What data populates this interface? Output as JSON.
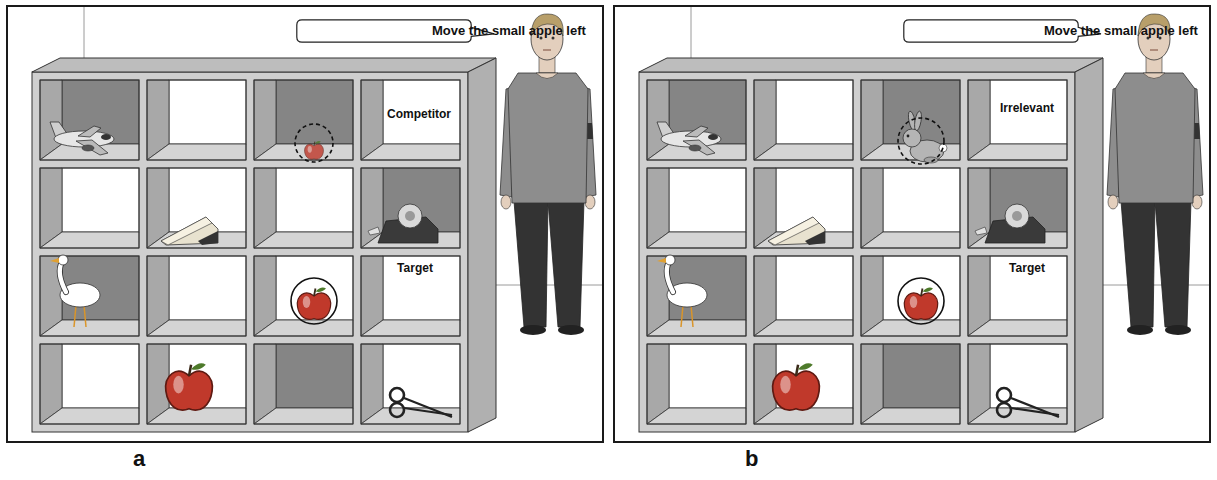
{
  "diagram": {
    "nodes": [
      {
        "text": [
          "a"
        ]
      },
      {
        "text": [
          "Move the small apple left"
        ],
        "in": 0
      },
      {
        "text": [
          "Competitor"
        ],
        "in": 0
      },
      {
        "text": [
          "Target"
        ],
        "in": 0
      },
      {
        "text": [
          "b"
        ]
      },
      {
        "text": [
          "Move the small apple left"
        ],
        "in": 4
      },
      {
        "text": [
          "Irrelevant"
        ],
        "in": 4
      },
      {
        "text": [
          "Target"
        ],
        "in": 4
      }
    ]
  }
}
